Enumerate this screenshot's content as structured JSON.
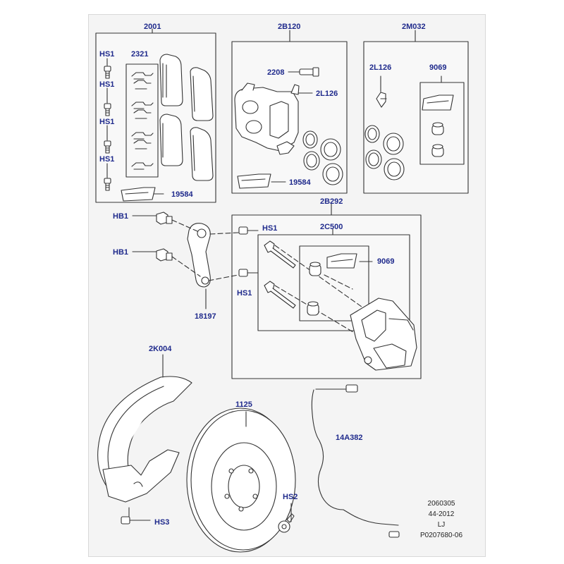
{
  "colors": {
    "label": "#1f2a8c",
    "line": "#333333",
    "background": "#f4f4f4",
    "part_fill": "#ffffff"
  },
  "groups": {
    "pads": {
      "label": "2001"
    },
    "caliper_seal_kit": {
      "label": "2B120"
    },
    "caliper_repair_kit": {
      "label": "2M032"
    },
    "carrier_assembly": {
      "label": "2B292"
    },
    "guide_pin_kit": {
      "label": "2C500"
    }
  },
  "parts": {
    "hs1_a": "HS1",
    "hs1_b": "HS1",
    "hs1_c": "HS1",
    "hs1_d": "HS1",
    "clip_kit": "2321",
    "pad_wear_a": "19584",
    "bleed_screw": "2208",
    "bleed_cap_a": "2L126",
    "pad_wear_b": "19584",
    "bleed_cap_b": "2L126",
    "grease_a": "9069",
    "hb1_a": "HB1",
    "hb1_b": "HB1",
    "bracket": "18197",
    "hs1_e": "HS1",
    "hs1_f": "HS1",
    "grease_b": "9069",
    "shield": "2K004",
    "disc": "1125",
    "sensor": "14A382",
    "hs2": "HS2",
    "hs3": "HS3"
  },
  "reference": {
    "line1": "2060305",
    "line2": "44-2012",
    "line3": "LJ",
    "line4": "P0207680-06"
  }
}
